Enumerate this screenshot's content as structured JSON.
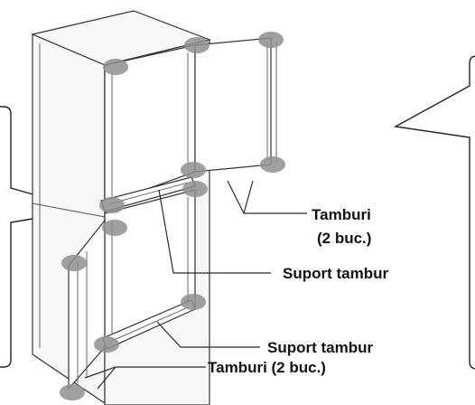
{
  "labels": {
    "hinges_upper": "Tamburi",
    "hinges_upper_count": "(2 buc.)",
    "support_upper": "Suport tambur",
    "support_lower": "Suport tambur",
    "hinges_lower": "Tamburi (2 buc.)"
  },
  "colors": {
    "highlight": "#8f8f8f",
    "outline": "#2a2a2a"
  }
}
